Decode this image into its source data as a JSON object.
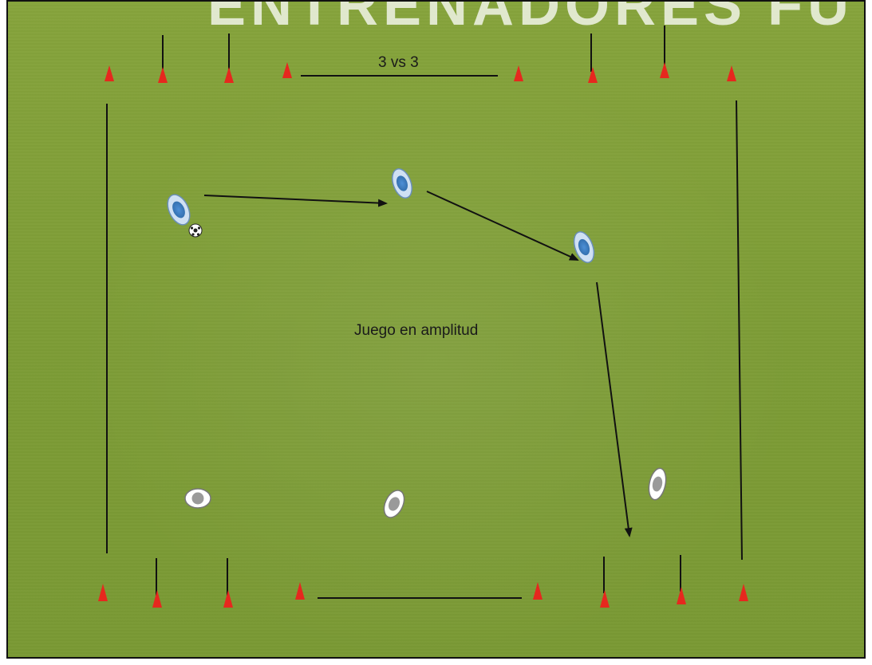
{
  "watermark": "ENTRENADORES FÚTBOL",
  "drill": {
    "title": "3 vs 3",
    "center_label": "Juego en amplitud"
  },
  "colors": {
    "grass": "#7f9e37",
    "cone": "#e6281e",
    "line": "#111111",
    "team_blue": "#3f7fc4",
    "team_white": "#f2f2f2"
  },
  "elements": {
    "cones": 16,
    "goal_poles": 8,
    "blue_players": 3,
    "white_players": 3,
    "balls": 1,
    "pass_arrows": 3
  },
  "icons": [
    "cone-icon",
    "goal-pole-icon",
    "blue-player-icon",
    "white-player-icon",
    "ball-icon",
    "arrow-icon"
  ]
}
